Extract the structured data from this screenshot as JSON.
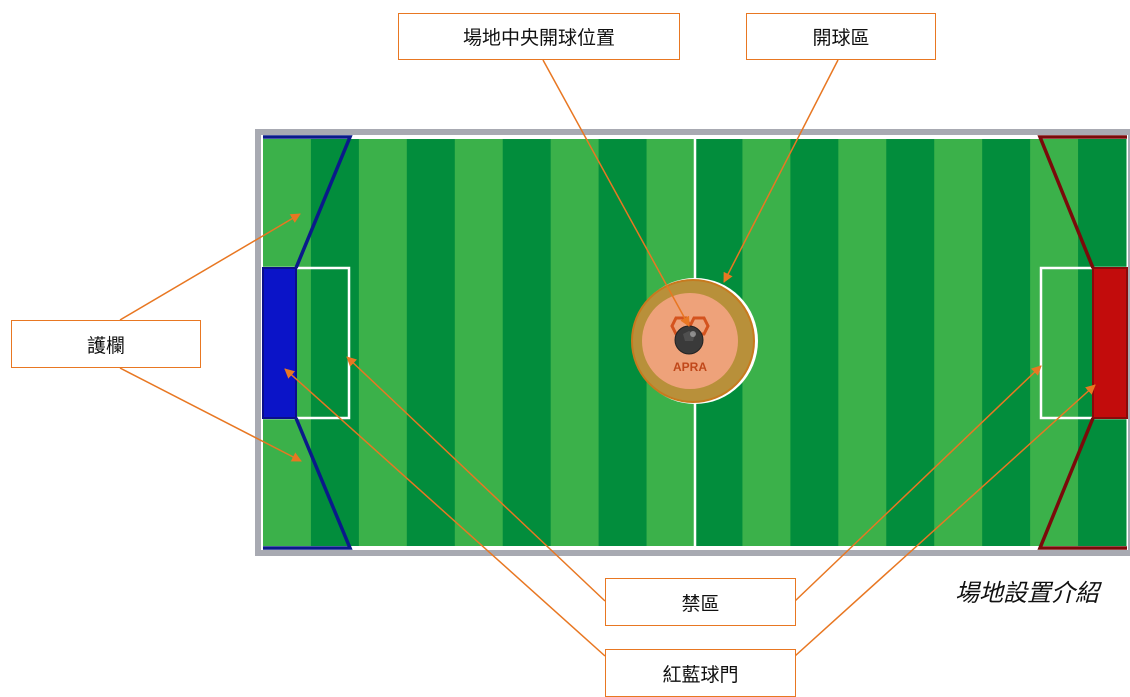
{
  "labels": {
    "center_kickoff": "場地中央開球位置",
    "kickoff_area": "開球區",
    "fence": "護欄",
    "penalty_area": "禁區",
    "goals": "紅藍球門"
  },
  "caption": "場地設置介紹",
  "logo_text": "APRA",
  "colors": {
    "stripe_light": "#3bb14a",
    "stripe_dark": "#028d3c",
    "blue_goal": "#0b14c8",
    "red_goal": "#c20c0c",
    "annotation": "#e87722"
  }
}
